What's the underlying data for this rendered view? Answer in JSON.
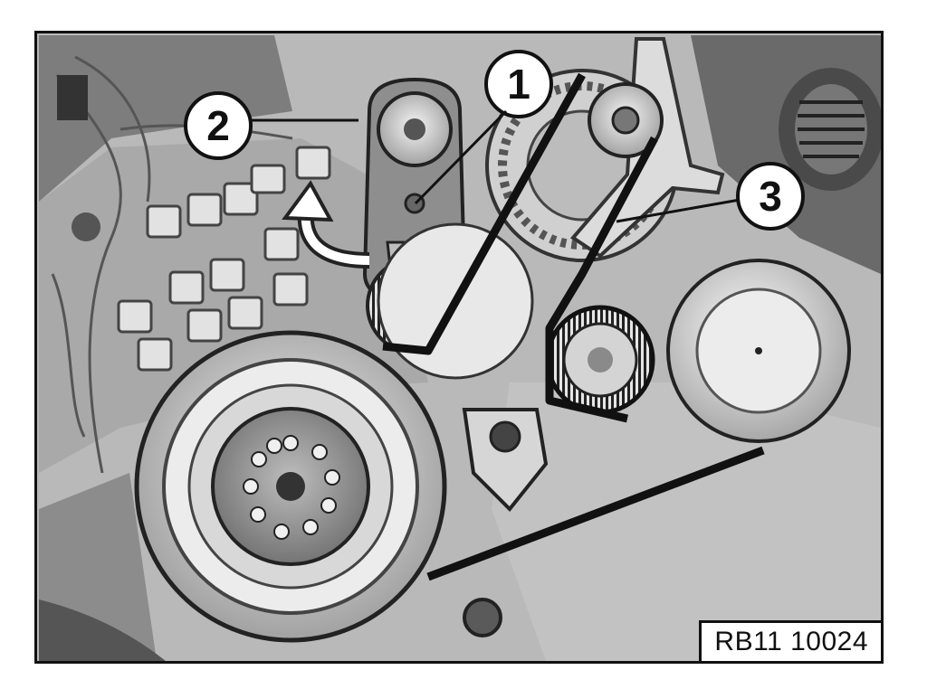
{
  "figure": {
    "callouts": [
      {
        "id": "1",
        "label": "1"
      },
      {
        "id": "2",
        "label": "2"
      },
      {
        "id": "3",
        "label": "3"
      }
    ],
    "reference_code": "RB11 10024"
  }
}
